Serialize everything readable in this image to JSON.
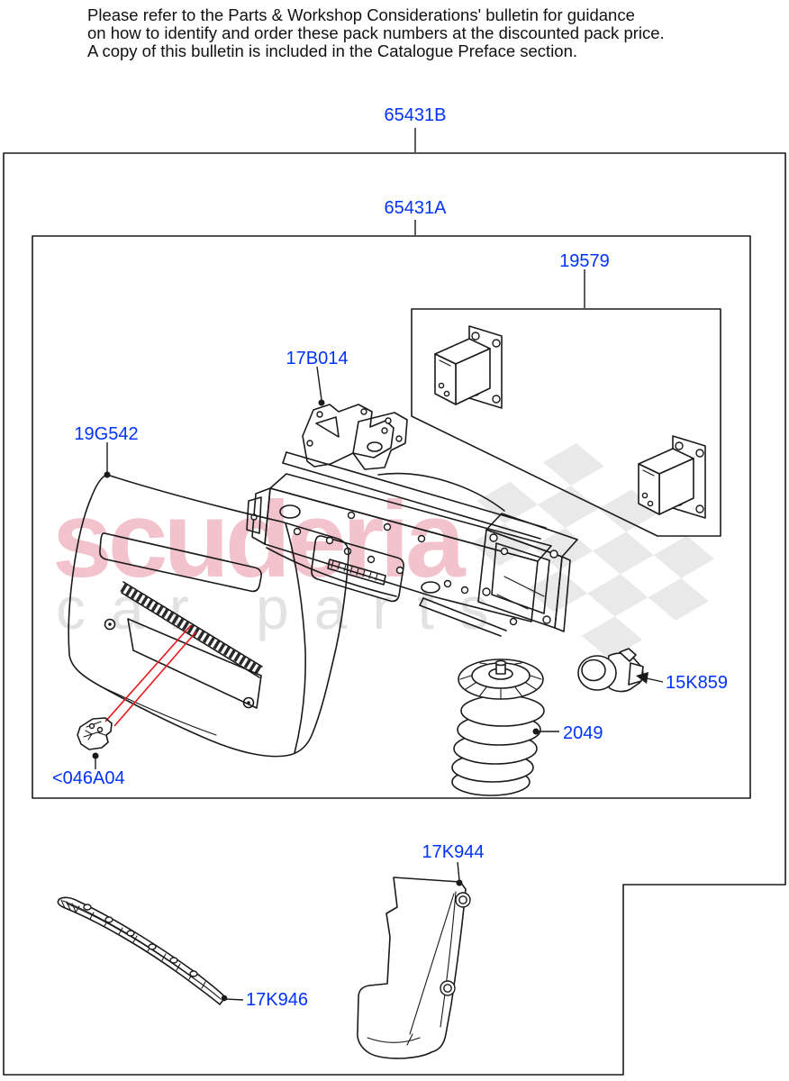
{
  "notice": {
    "line1": "Please refer to the Parts & Workshop Considerations' bulletin for guidance",
    "line2": "on how to identify and order these pack numbers at the discounted pack price.",
    "line3": "A copy of this bulletin is included in the Catalogue Preface section."
  },
  "part_labels": {
    "pack_outer": "65431B",
    "pack_inner": "65431A",
    "mounting_brackets_box": "19579",
    "bumper_beam": "17B014",
    "bumper_cover": "19G542",
    "parking_sensor": "15K859",
    "coil_spring": "2049",
    "fixing_clip": "<046A04",
    "closing_panel": "17K944",
    "lower_grille": "17K946"
  },
  "watermark": {
    "brand": "scuderia",
    "subtitle": "car parts"
  },
  "colors": {
    "part_label": "#0033ff",
    "notice_text": "#111111",
    "line_art": "#1a1a1a",
    "leader_red": "#e8191c",
    "watermark_pink": "#f2c3cc",
    "watermark_gray": "#e2e2e2",
    "checker_gray": "#e9e9e9"
  }
}
